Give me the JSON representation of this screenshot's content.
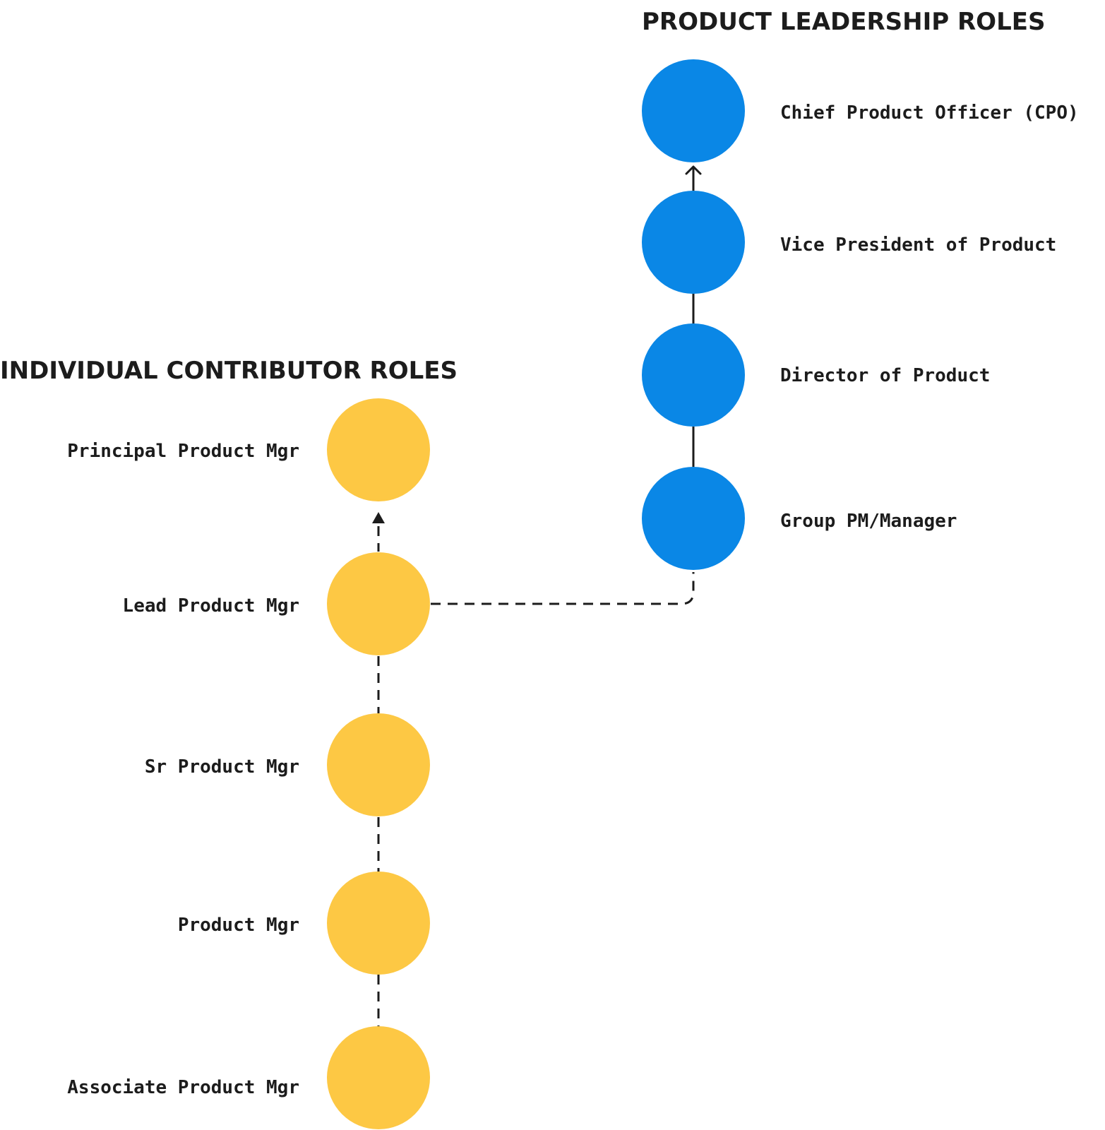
{
  "colors": {
    "individual_contributor": "#FDC844",
    "leadership": "#0A87E6",
    "text": "#1C1C1C",
    "background": "#FFFFFF"
  },
  "groups": {
    "individual_contributor": {
      "title": "INDIVIDUAL CONTRIBUTOR ROLES",
      "roles": [
        "Principal Product Mgr",
        "Lead Product Mgr",
        "Sr Product Mgr",
        "Product Mgr",
        "Associate Product Mgr"
      ]
    },
    "leadership": {
      "title": "PRODUCT LEADERSHIP ROLES",
      "roles": [
        "Chief Product Officer (CPO)",
        "Vice President of Product",
        "Director of Product",
        "Group PM/Manager"
      ]
    }
  },
  "edges": [
    {
      "from": "Associate Product Mgr",
      "to": "Product Mgr",
      "style": "dashed"
    },
    {
      "from": "Product Mgr",
      "to": "Sr Product Mgr",
      "style": "dashed"
    },
    {
      "from": "Sr Product Mgr",
      "to": "Lead Product Mgr",
      "style": "dashed"
    },
    {
      "from": "Lead Product Mgr",
      "to": "Principal Product Mgr",
      "style": "dashed",
      "arrow": "filled"
    },
    {
      "from": "Lead Product Mgr",
      "to": "Group PM/Manager",
      "style": "dashed"
    },
    {
      "from": "Group PM/Manager",
      "to": "Director of Product",
      "style": "solid"
    },
    {
      "from": "Director of Product",
      "to": "Vice President of Product",
      "style": "solid"
    },
    {
      "from": "Vice President of Product",
      "to": "Chief Product Officer (CPO)",
      "style": "solid",
      "arrow": "open"
    }
  ]
}
